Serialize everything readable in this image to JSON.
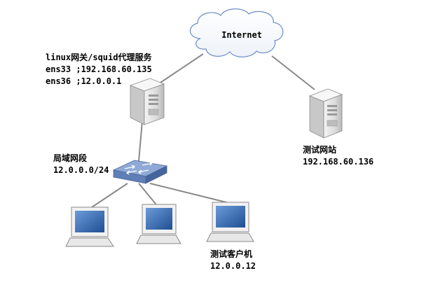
{
  "cloud": {
    "label": "Internet"
  },
  "gateway": {
    "line1": "linux网关/squid代理服务",
    "line2": "ens33 ;192.168.60.135",
    "line3": "ens36 ;12.0.0.1"
  },
  "lan": {
    "title": "局域网段",
    "subnet": "12.0.0.0/24"
  },
  "website": {
    "title": "测试网站",
    "ip": "192.168.60.136"
  },
  "client": {
    "title": "测试客户机",
    "ip": "12.0.0.12"
  },
  "colors": {
    "line": "#8a8a8a",
    "server_body": "#e6e6e6",
    "switch": "#6f8fc2",
    "screen": "#3f74b5"
  }
}
